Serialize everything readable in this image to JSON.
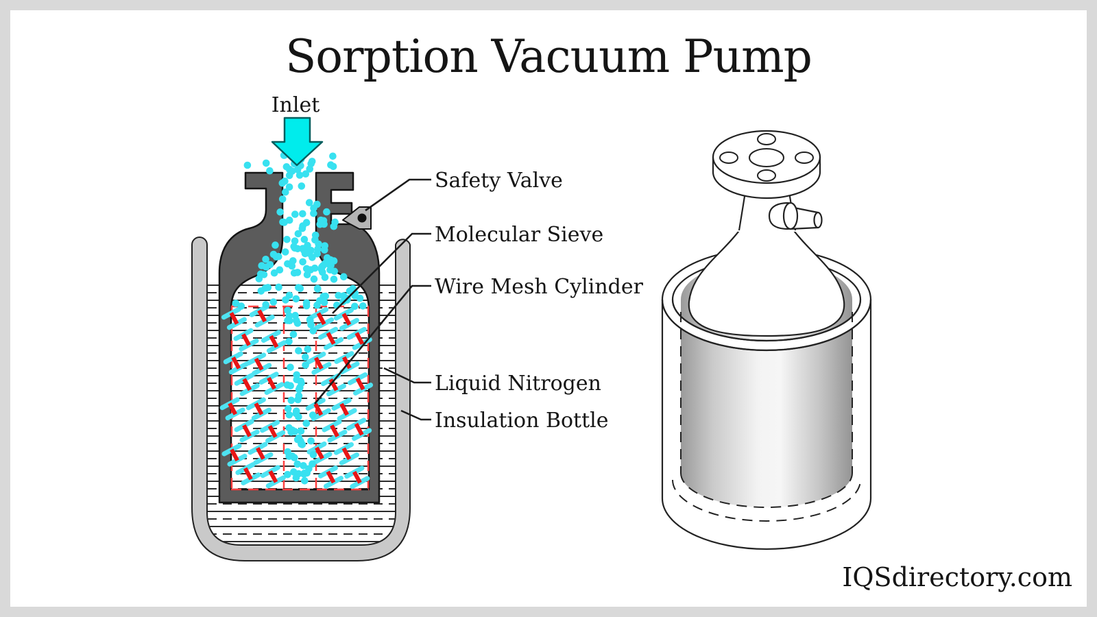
{
  "title": "Sorption Vacuum Pump",
  "watermark": "IQSdirectory.com",
  "labels": {
    "inlet": "Inlet",
    "safety_valve": "Safety Valve",
    "molecular_sieve": "Molecular Sieve",
    "wire_mesh_cylinder": "Wire Mesh Cylinder",
    "liquid_nitrogen": "Liquid Nitrogen",
    "insulation_bottle": "Insulation Bottle"
  },
  "colors": {
    "accent_cyan": "#00ECEC",
    "gas_dot_cyan": "#38E1F0",
    "sieve_bar_cyan": "#4FE3F2",
    "sieve_red": "#E81616",
    "boundary_red": "#FF4040",
    "bottle_dark_gray": "#5B5B5B",
    "insulation_gray": "#C9C9C9",
    "valve_gray": "#B5B5B5",
    "line_black": "#1C1C1C",
    "frame_gray": "#D9D9D9"
  }
}
